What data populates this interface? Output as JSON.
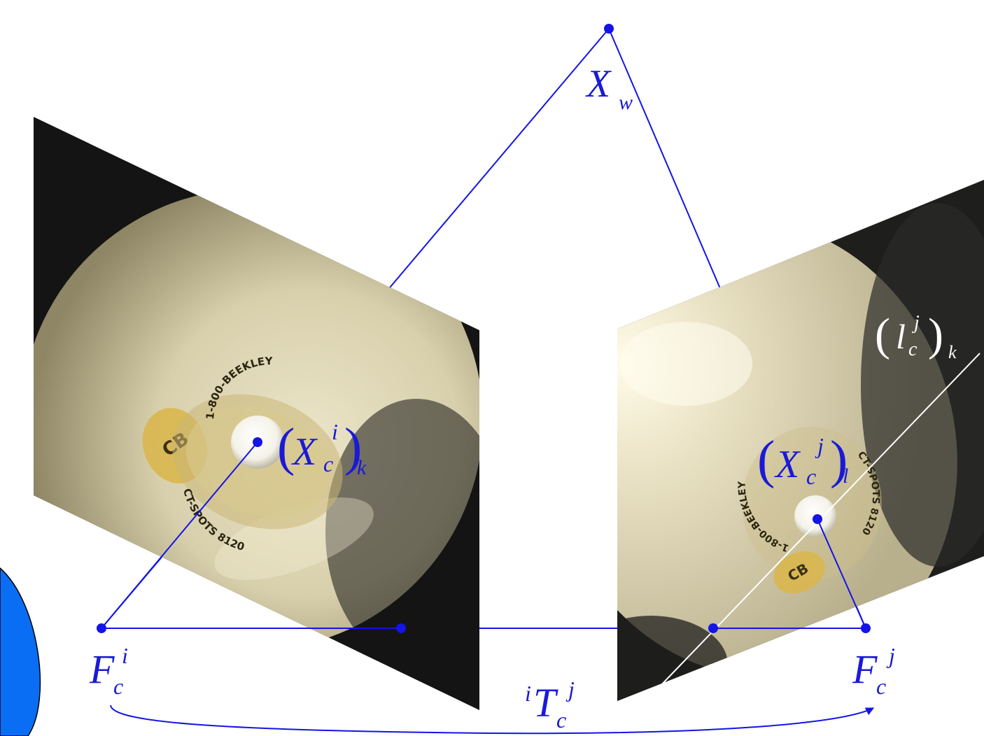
{
  "colors": {
    "diagram_line": "#1414e6",
    "diagram_text": "#1a1ad6",
    "epipolar_line": "#ffffff",
    "partial_circle_fill": "#0a6ef5",
    "image_background_dark": "#141414",
    "image_surface": "#d8d0ac",
    "marker_label_ring": "#3a3014",
    "marker_sticker": "#d9b64e"
  },
  "labels": {
    "world_point": {
      "base": "X",
      "sub": "w"
    },
    "camera_i": {
      "base": "F",
      "sub": "c",
      "sup": "i"
    },
    "camera_j": {
      "base": "F",
      "sub": "c",
      "sup": "j"
    },
    "transform": {
      "presup": "i",
      "base": "T",
      "sub": "c",
      "sup": "j"
    },
    "point_i": {
      "open": "(",
      "base": "X",
      "sub": "c",
      "sup": "i",
      "close": ")",
      "outer_sub": "k"
    },
    "point_j": {
      "open": "(",
      "base": "X",
      "sub": "c",
      "sup": "j",
      "close": ")",
      "outer_sub": "l"
    },
    "epiline_j": {
      "open": "(",
      "base": "l",
      "sub": "c",
      "sup": "j",
      "close": ")",
      "outer_sub": "k"
    }
  },
  "marker_text": {
    "left_top_arc": "1-800-BEEKLEY",
    "left_bottom_arc": "CT-SPOTS 8120",
    "right_left_arc": "1-800-BEEKLEY",
    "right_right_arc": "CT-SPOTS 8120"
  }
}
